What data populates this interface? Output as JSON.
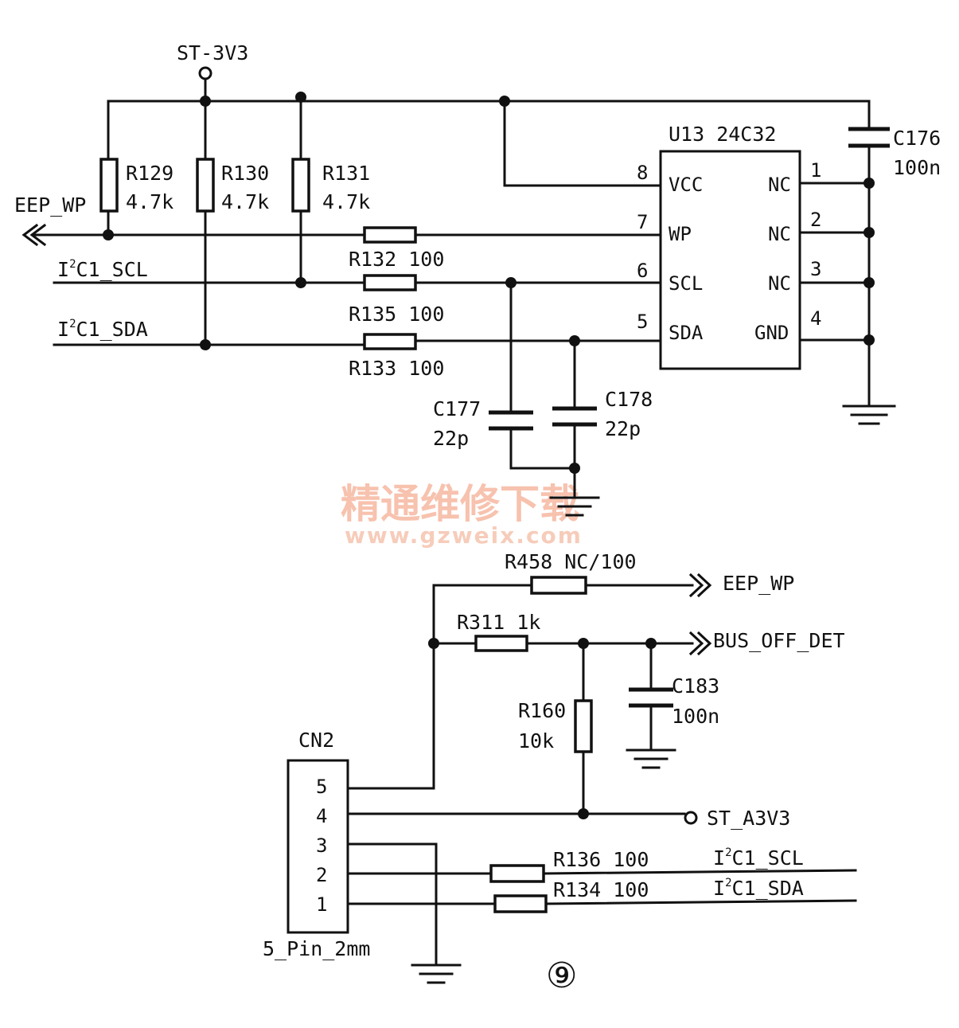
{
  "power": {
    "top_rail": "ST-3V3",
    "analog": "ST_A3V3"
  },
  "signals": {
    "eep_wp": "EEP_WP",
    "i2c_scl_pre": "I",
    "i2c_scl_sup": "2",
    "i2c_scl_post": "C1_SCL",
    "i2c_sda_pre": "I",
    "i2c_sda_sup": "2",
    "i2c_sda_post": "C1_SDA",
    "bus_off_det": "BUS_OFF_DET"
  },
  "resistors": {
    "r129_name": "R129",
    "r129_value": "4.7k",
    "r130_name": "R130",
    "r130_value": "4.7k",
    "r131_name": "R131",
    "r131_value": "4.7k",
    "r132": "R132 100",
    "r135": "R135 100",
    "r133": "R133 100",
    "r458": "R458 NC/100",
    "r311": "R311 1k",
    "r160_name": "R160",
    "r160_value": "10k",
    "r136": "R136 100",
    "r134": "R134 100"
  },
  "capacitors": {
    "c176_name": "C176",
    "c176_value": "100n",
    "c177_name": "C177",
    "c177_value": "22p",
    "c178_name": "C178",
    "c178_value": "22p",
    "c183_name": "C183",
    "c183_value": "100n"
  },
  "ic": {
    "title": "U13 24C32",
    "left_pins": [
      {
        "num": "8",
        "name": "VCC"
      },
      {
        "num": "7",
        "name": "WP"
      },
      {
        "num": "6",
        "name": "SCL"
      },
      {
        "num": "5",
        "name": "SDA"
      }
    ],
    "right_pins": [
      {
        "num": "1",
        "name": "NC"
      },
      {
        "num": "2",
        "name": "NC"
      },
      {
        "num": "3",
        "name": "NC"
      },
      {
        "num": "4",
        "name": "GND"
      }
    ]
  },
  "connector": {
    "name": "CN2",
    "pins": [
      "5",
      "4",
      "3",
      "2",
      "1"
    ],
    "footprint": "5_Pin_2mm"
  },
  "watermark": {
    "cn": "精通维修下载",
    "url": "www.gzweix.com"
  },
  "figure_number": "⑨"
}
